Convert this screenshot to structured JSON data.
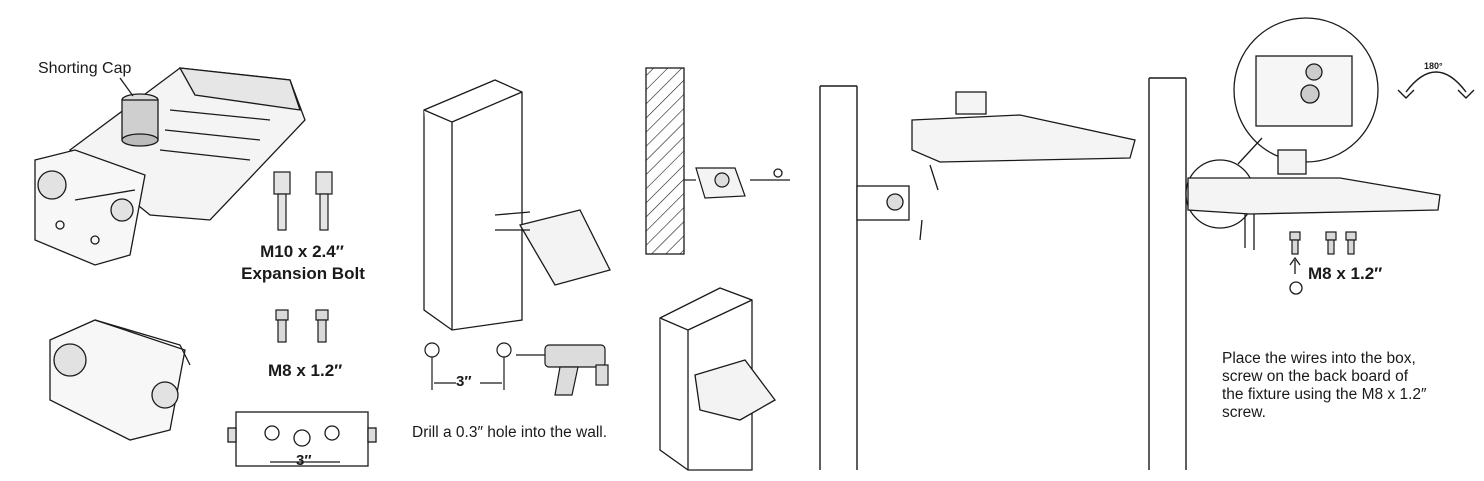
{
  "labels": {
    "shorting_cap": "Shorting Cap",
    "expansion_size": "M10 x 2.4″",
    "expansion_name": "Expansion Bolt",
    "screw_size_1": "M8 x 1.2″",
    "bracket_spacing": "3″",
    "hole_spacing": "3″",
    "drill_instruction": "Drill a 0.3″ hole into the wall.",
    "screw_size_2": "M8 x 1.2″",
    "rotation_angle": "180°"
  },
  "instruction": {
    "lines": [
      "Place the wires into the box,",
      "screw on the back board of",
      "the fixture using the M8 x 1.2″",
      "screw."
    ]
  },
  "colors": {
    "line": "#1a1a1a",
    "background": "#ffffff"
  },
  "icons": [
    "light-fixture-icon",
    "mounting-bracket-icon",
    "expansion-bolt-icon",
    "screw-icon",
    "drill-icon",
    "wall-icon",
    "pole-icon",
    "rotate-icon",
    "arrow-up-icon"
  ]
}
